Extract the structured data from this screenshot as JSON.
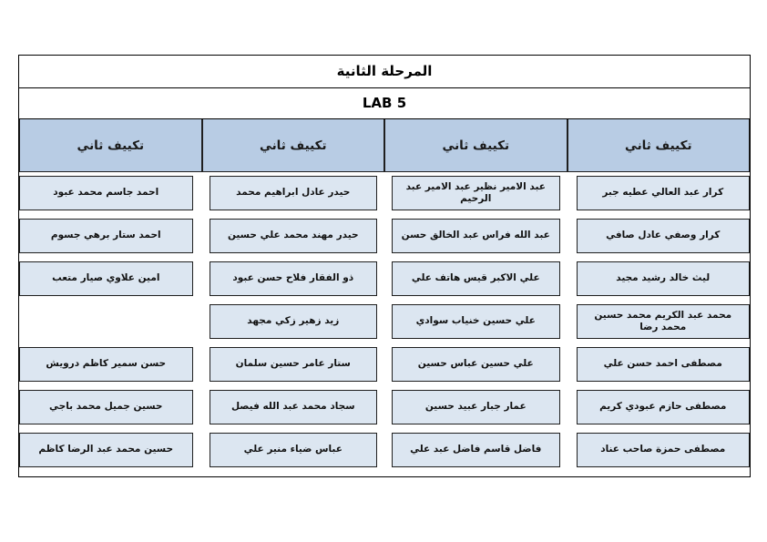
{
  "document": {
    "title": "المرحلة الثانية",
    "subtitle": "LAB 5"
  },
  "theme": {
    "header_fill": "#b8cce4",
    "cell_fill": "#dce6f1",
    "border": "#1f1f1f",
    "page_background": "#ffffff",
    "text": "#111111"
  },
  "columns": [
    {
      "header": "تكييف ثاني",
      "cells": [
        "كرار عبد العالي عطيه جبر",
        "كرار وصفي عادل صافي",
        "ليث خالد رشيد مجيد",
        "محمد عبد الكريم محمد حسين محمد رضا",
        "مصطفى احمد حسن علي",
        "مصطفى حازم عبودي كريم",
        "مصطفى حمزة صاحب عناد"
      ]
    },
    {
      "header": "تكييف ثاني",
      "cells": [
        "عبد الامير نظير عبد الامير عبد الرحيم",
        "عبد الله فراس عبد الخالق حسن",
        "علي الاكبر قيس هاتف علي",
        "علي حسين خنياب سوادي",
        "علي حسين عباس حسين",
        "عمار جبار عبيد حسين",
        "فاضل قاسم فاضل عبد علي"
      ]
    },
    {
      "header": "تكييف ثاني",
      "cells": [
        "حيدر عادل ابراهيم محمد",
        "حيدر مهند محمد علي حسين",
        "ذو الفقار فلاح حسن عبود",
        "زيد زهير زكي مجهد",
        "ستار عامر حسين سلمان",
        "سجاد محمد عبد الله فيصل",
        "عباس ضياء منير علي"
      ]
    },
    {
      "header": "تكييف ثاني",
      "cells": [
        "احمد جاسم محمد عبود",
        "احمد ستار برهي جسوم",
        "امين علاوي صيار متعب",
        "",
        "حسن سمير كاظم درويش",
        "حسين جميل محمد باجي",
        "حسين محمد عبد الرضا كاظم"
      ]
    }
  ]
}
